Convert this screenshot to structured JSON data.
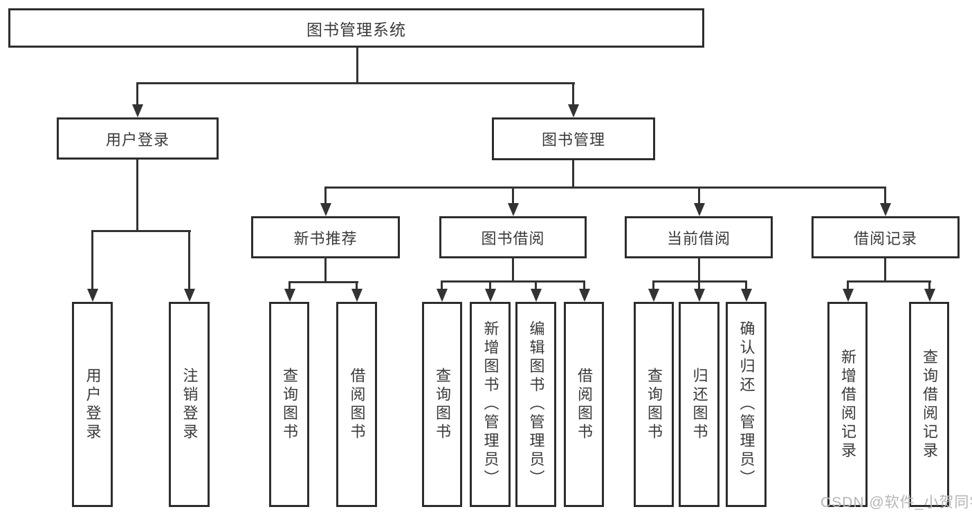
{
  "diagram": {
    "title": "图书管理系统",
    "root": {
      "label": "图书管理系统"
    },
    "level2": [
      {
        "id": "user-login",
        "label": "用户登录"
      },
      {
        "id": "book-management",
        "label": "图书管理"
      }
    ],
    "level3": [
      {
        "id": "new-book-recommend",
        "label": "新书推荐"
      },
      {
        "id": "book-borrowing",
        "label": "图书借阅"
      },
      {
        "id": "current-borrowing",
        "label": "当前借阅"
      },
      {
        "id": "borrowing-records",
        "label": "借阅记录"
      }
    ],
    "leaves": {
      "user_login": [
        {
          "label": "用户登录"
        },
        {
          "label": "注销登录"
        }
      ],
      "new_book": [
        {
          "label": "查询图书"
        },
        {
          "label": "借阅图书"
        }
      ],
      "book_borrow": [
        {
          "label": "查询图书"
        },
        {
          "label": "新增图书（管理员）"
        },
        {
          "label": "编辑图书（管理员）"
        },
        {
          "label": "借阅图书"
        }
      ],
      "current_borrow": [
        {
          "label": "查询图书"
        },
        {
          "label": "归还图书"
        },
        {
          "label": "确认归还（管理员）"
        }
      ],
      "borrow_records": [
        {
          "label": "新增借阅记录"
        },
        {
          "label": "查询借阅记录"
        }
      ]
    },
    "colors": {
      "line": "#333333",
      "border": "#2d2d2d",
      "text": "#3a3a3a",
      "watermark": "#b5b5b5"
    },
    "watermark": "CSDN @软件_小贺同学"
  }
}
